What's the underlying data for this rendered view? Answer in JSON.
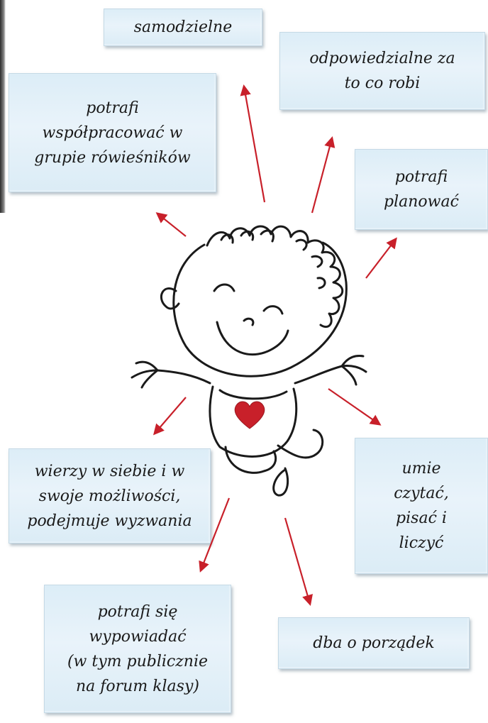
{
  "boxes": {
    "samodzielne": "samodzielne",
    "odpowiedzialne": "odpowiedzialne za\nto co robi",
    "wspolpracowac": "potrafi\nwspółpracować w\ngrupie rówieśników",
    "planowac": "potrafi\nplanować",
    "wierzy": "wierzy w siebie i w\nswoje możliwości,\npodejmuje wyzwania",
    "umie": "umie\nczytać,\npisać i\nliczyć",
    "wypowiadac": "potrafi się\nwypowiadać\n(w tym publicznie\nna forum klasy)",
    "porzadek": "dba o porządek"
  },
  "colors": {
    "box_fill": "#e3f0f8",
    "arrow": "#c8202a",
    "heart": "#c8202a",
    "ink": "#1a1a1a"
  },
  "icons": {
    "center": "happy-child-drawing",
    "heart": "heart-icon"
  }
}
